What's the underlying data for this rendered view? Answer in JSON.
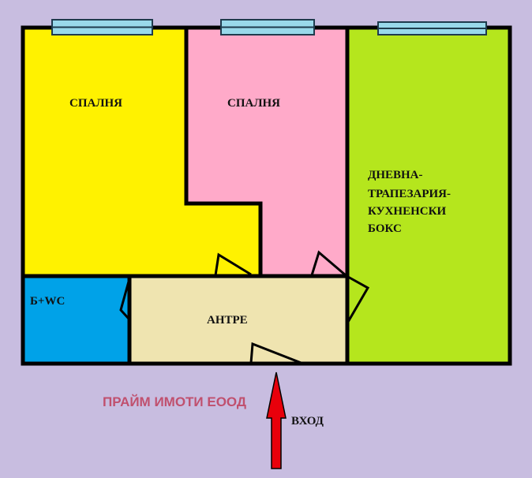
{
  "colors": {
    "background": "#c8bde0",
    "bedroom_left": "#fff200",
    "bedroom_middle": "#ffaac9",
    "living_room": "#b5e61d",
    "bathroom": "#00a2e8",
    "hall": "#efe4b0",
    "walls": "#000000",
    "window": "#99d9ea",
    "arrow": "#e8000b",
    "watermark": "#c0506e"
  },
  "rooms": {
    "bedroom_left": "СПАЛНЯ",
    "bedroom_middle": "СПАЛНЯ",
    "living_room": [
      "ДНЕВНА-",
      "ТРАПЕЗАРИЯ-",
      "КУХНЕНСКИ",
      "БОКС"
    ],
    "bathroom": "Б+WC",
    "hall": "АНТРЕ"
  },
  "entrance_label": "ВХОД",
  "watermark": "ПРАЙМ ИМОТИ ЕООД",
  "icons": [
    "window-icon",
    "door-icon",
    "entrance-arrow-icon"
  ]
}
